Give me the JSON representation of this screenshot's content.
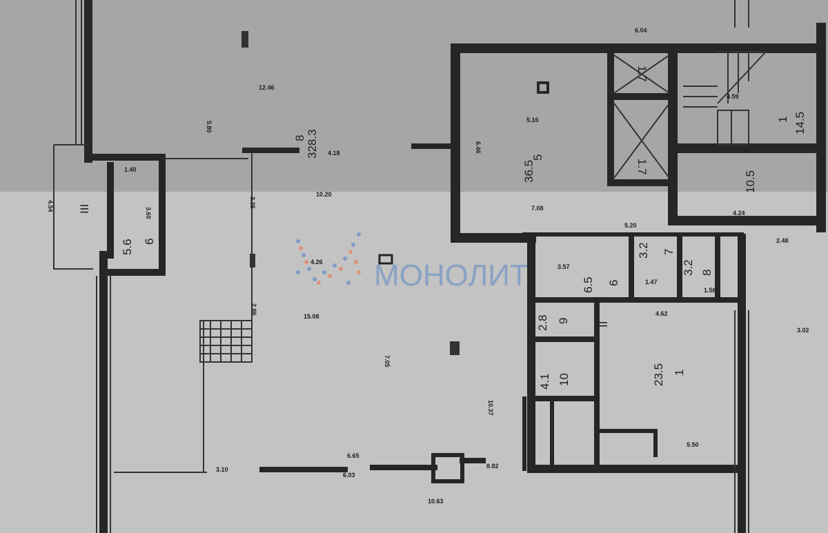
{
  "watermark": {
    "brand": "МОНОЛИТ",
    "accent": "#7f9cc4",
    "accent2": "#d8957a"
  },
  "colors": {
    "wall": "#262626",
    "upper_band": "#a6a6a6",
    "lower_band": "#c3c3c3"
  },
  "rooms": {
    "hall_area": "328.3",
    "hall_num": "8",
    "r5_area": "36.5",
    "r5_num": "5",
    "r1_top_area": "14.5",
    "r1_top_num": "1",
    "r_mid_area": "10.5",
    "entry_area": "5.6",
    "entry_num": "6",
    "entry_block": "III",
    "r6_area": "6.5",
    "r6_num": "6",
    "r7_area": "3.2",
    "r7_num": "7",
    "r8_area": "3.2",
    "r8_num": "8",
    "r9_area": "2.8",
    "r9_num": "9",
    "r10_area": "4.1",
    "r10_num": "10",
    "r1_area": "23.5",
    "r1_num": "1",
    "block_II": "II",
    "shaft_a": "1.7",
    "shaft_b": "1.7"
  },
  "dimensions": [
    "12.46",
    "10.20",
    "15.08",
    "7.08",
    "6.04",
    "4.18",
    "4.26",
    "3.35",
    "2.86",
    "7.05",
    "10.37",
    "5.16",
    "6.46",
    "4.59",
    "4.24",
    "5.20",
    "3.57",
    "1.47",
    "1.56",
    "4.62",
    "5.50",
    "3.10",
    "6.65",
    "6.03",
    "8.82",
    "10.63",
    "1.40",
    "3.60",
    "4.54",
    "5.80",
    "3.02",
    "2.48"
  ]
}
